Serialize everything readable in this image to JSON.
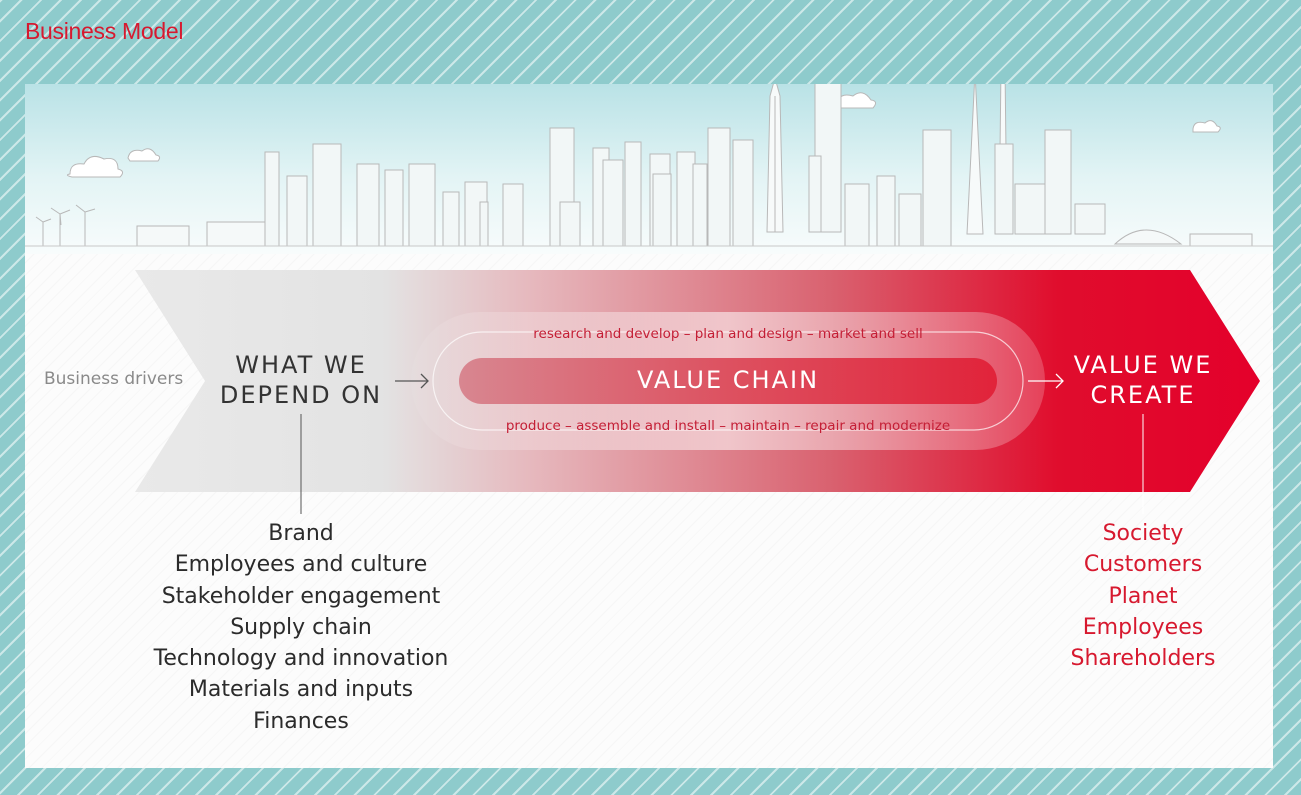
{
  "title": "Business Model",
  "diagram": {
    "drivers_label": "Business drivers",
    "depend_heading": [
      "WHAT WE",
      "DEPEND ON"
    ],
    "value_chain": {
      "label": "VALUE CHAIN",
      "top_steps": "research and develop – plan and design – market and sell",
      "bottom_steps": "produce – assemble and install – maintain – repair and modernize"
    },
    "create_heading": [
      "VALUE WE",
      "CREATE"
    ],
    "depend_items": [
      "Brand",
      "Employees and culture",
      "Stakeholder engagement",
      "Supply chain",
      "Technology and innovation",
      "Materials and inputs",
      "Finances"
    ],
    "create_items": [
      "Society",
      "Customers",
      "Planet",
      "Employees",
      "Shareholders"
    ]
  },
  "colors": {
    "accent": "#d7192f",
    "background": "#8ecbcc",
    "arrow_start": "#e6e6e6",
    "arrow_end": "#e4002b"
  }
}
